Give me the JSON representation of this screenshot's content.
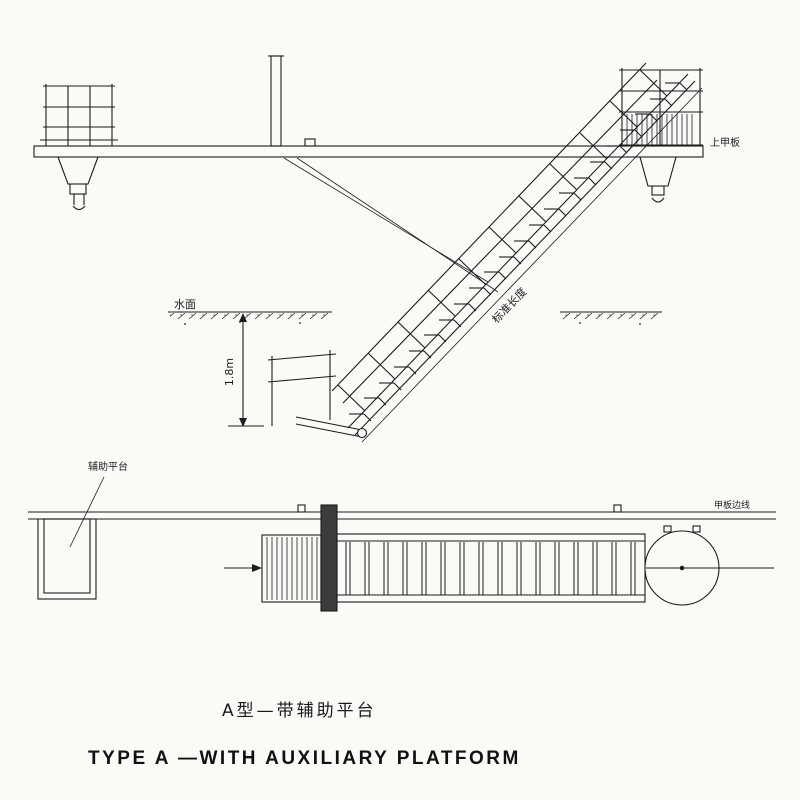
{
  "labels": {
    "water_surface": "水面",
    "height_dim": "1.8m",
    "ladder_length": "标准长度",
    "upper_deck": "上甲板",
    "auxiliary_platform": "辅助平台",
    "deck_edge_line": "甲板边线"
  },
  "captions": {
    "title_cn": "A型—带辅助平台",
    "title_en": "TYPE A —WITH AUXILIARY PLATFORM"
  },
  "colors": {
    "ink": "#1c1c1c",
    "paper": "#fbfaf7"
  }
}
